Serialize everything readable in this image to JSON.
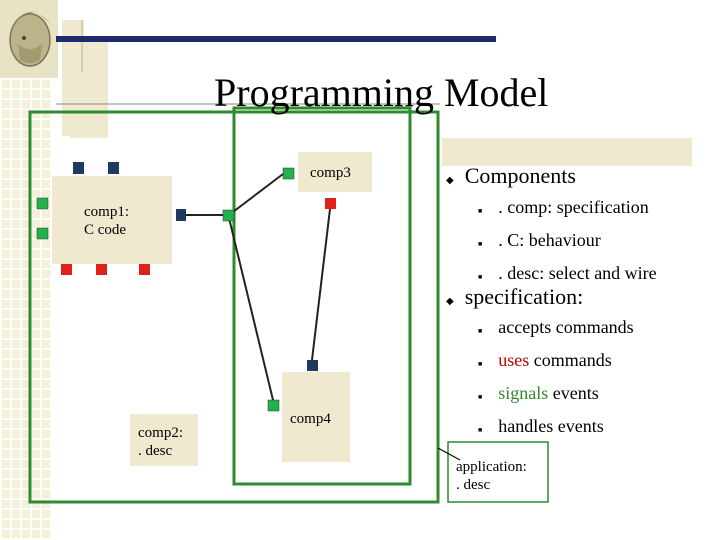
{
  "title": "Programming Model",
  "diagram": {
    "comp1_line1": "comp1:",
    "comp1_line2": "C code",
    "comp2_line1": "comp2:",
    "comp2_line2": ". desc",
    "comp3": "comp3",
    "comp4": "comp4",
    "application_line1": "application:",
    "application_line2": ". desc"
  },
  "bullets": {
    "components": {
      "label": "Components",
      "items": [
        {
          "key": ". comp",
          "rest": ": specification"
        },
        {
          "key": ". C",
          "rest": ": behaviour"
        },
        {
          "key": ". desc",
          "rest": ": select and wire"
        }
      ]
    },
    "specification": {
      "label": "specification:",
      "items": [
        {
          "key": "accepts",
          "rest": " commands",
          "color": "#000000"
        },
        {
          "key": "uses",
          "rest": " commands",
          "color": "#c00000"
        },
        {
          "key": "signals",
          "rest": " events",
          "color": "#2e8b2e"
        },
        {
          "key": "handles",
          "rest": " events",
          "color": "#000000"
        }
      ]
    }
  },
  "colors": {
    "box_fill": "#efe9cf",
    "frame_green": "#2e8b2e",
    "port_green": "#22b14c",
    "port_red": "#e0201a",
    "port_blue": "#1f3a5f",
    "header_bar": "#1f2a6b"
  }
}
